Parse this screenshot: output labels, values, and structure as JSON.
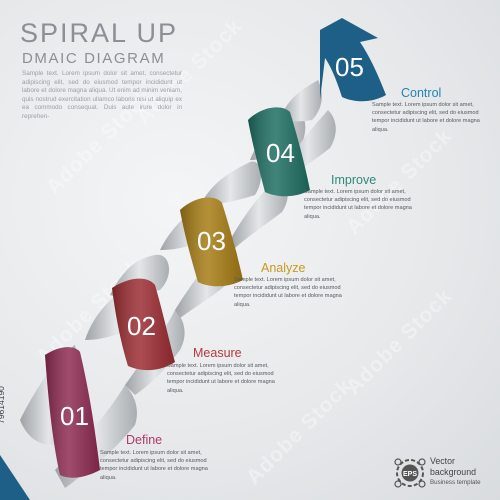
{
  "header": {
    "title": "SPIRAL UP",
    "subtitle": "DMAIC DIAGRAM",
    "intro": "Sample text. Lorem ipsum dolor sit amet, consectetur adipiscing elit, sed do eiusmod tempor incididunt ut labore et dolore magna aliqua. Ut enim ad minim veniam, quis nostrud exercitation ullamco laboris nisi ut aliquip ex ea commodo consequat. Duis aute irure dolor in reprehen-"
  },
  "steps": [
    {
      "number": "01",
      "title": "Define",
      "color": "#8e2b52",
      "title_color": "#b03a66",
      "body": "Sample text. Lorem ipsum dolor sit amet, consectetur adipiscing elit, sed do eiusmod tempor incididunt ut labore et dolore magna aliqua."
    },
    {
      "number": "02",
      "title": "Measure",
      "color": "#9b2d33",
      "title_color": "#b33a40",
      "body": "Sample text. Lorem ipsum dolor sit amet, consectetur adipiscing elit, sed do eiusmod tempor incididunt ut labore et dolore magna aliqua."
    },
    {
      "number": "03",
      "title": "Analyze",
      "color": "#a67c14",
      "title_color": "#c99a1c",
      "body": "Sample text. Lorem ipsum dolor sit amet, consectetur adipiscing elit, sed do eiusmod tempor incididunt ut labore et dolore magna aliqua."
    },
    {
      "number": "04",
      "title": "Improve",
      "color": "#1e6e62",
      "title_color": "#2a8a7c",
      "body": "Sample text. Lorem ipsum dolor sit amet, consectetur adipiscing elit, sed do eiusmod tempor incididunt ut labore et dolore magna aliqua."
    },
    {
      "number": "05",
      "title": "Control",
      "color": "#1d5f86",
      "title_color": "#2385b3",
      "body": "Sample text. Lorem ipsum dolor sit amet, consectetur adipiscing elit, sed do eiusmod tempor incididunt ut labore et dolore magna aliqua."
    }
  ],
  "side_id": "79614190",
  "badge": {
    "label": "EPS",
    "line1": "Vector",
    "line2": "background",
    "line3": "Business template"
  },
  "watermark_text": "Adobe Stock",
  "colors": {
    "ribbon_gray": "#bfc2c5",
    "text_gray": "#8a9096"
  }
}
